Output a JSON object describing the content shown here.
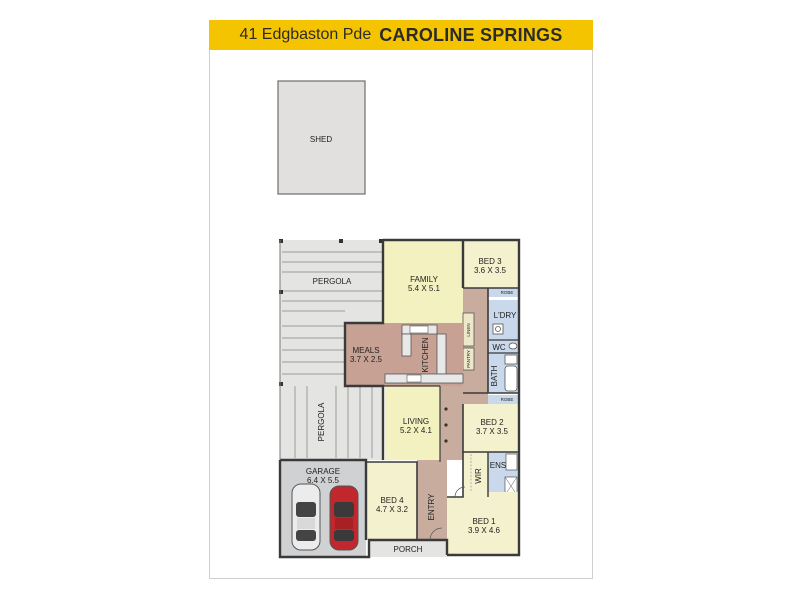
{
  "header": {
    "address": "41 Edgbaston Pde",
    "suburb": "CAROLINE SPRINGS"
  },
  "rooms": {
    "shed": {
      "name": "SHED"
    },
    "pergola_top": {
      "name": "PERGOLA"
    },
    "pergola_side": {
      "name": "PERGOLA"
    },
    "family": {
      "name": "FAMILY",
      "size": "5.4 X 5.1"
    },
    "bed3": {
      "name": "BED 3",
      "size": "3.6 X 3.5"
    },
    "robe_top": {
      "name": "ROBE"
    },
    "laundry": {
      "name": "L'DRY"
    },
    "linen": {
      "name": "LINEN"
    },
    "pantry": {
      "name": "PANTRY"
    },
    "meals": {
      "name": "MEALS",
      "size": "3.7 X 2.5"
    },
    "kitchen": {
      "name": "KITCHEN"
    },
    "wc": {
      "name": "WC"
    },
    "bath": {
      "name": "BATH"
    },
    "robe_mid": {
      "name": "ROBE"
    },
    "living": {
      "name": "LIVING",
      "size": "5.2 X 4.1"
    },
    "bed2": {
      "name": "BED 2",
      "size": "3.7 X 3.5"
    },
    "garage": {
      "name": "GARAGE",
      "size": "6.4 X 5.5"
    },
    "ens": {
      "name": "ENS"
    },
    "wir": {
      "name": "WIR"
    },
    "bed4": {
      "name": "BED 4",
      "size": "4.7 X 3.2"
    },
    "entry": {
      "name": "ENTRY"
    },
    "bed1": {
      "name": "BED 1",
      "size": "3.9 X 4.6"
    },
    "porch": {
      "name": "PORCH"
    }
  },
  "colors": {
    "banner": "#f5c400",
    "wall": "#3a3a3a",
    "living_area": "#f3f1bf",
    "bedroom": "#f4f1cf",
    "hallway": "#c8ad9f",
    "kitchen": "#c7a193",
    "wet_area": "#c9d8ea",
    "outdoor": "#e4e4e2",
    "shed": "#e2e0de",
    "garage": "#cfd1d3",
    "car_white": "#ececec",
    "car_red": "#c1272d"
  }
}
